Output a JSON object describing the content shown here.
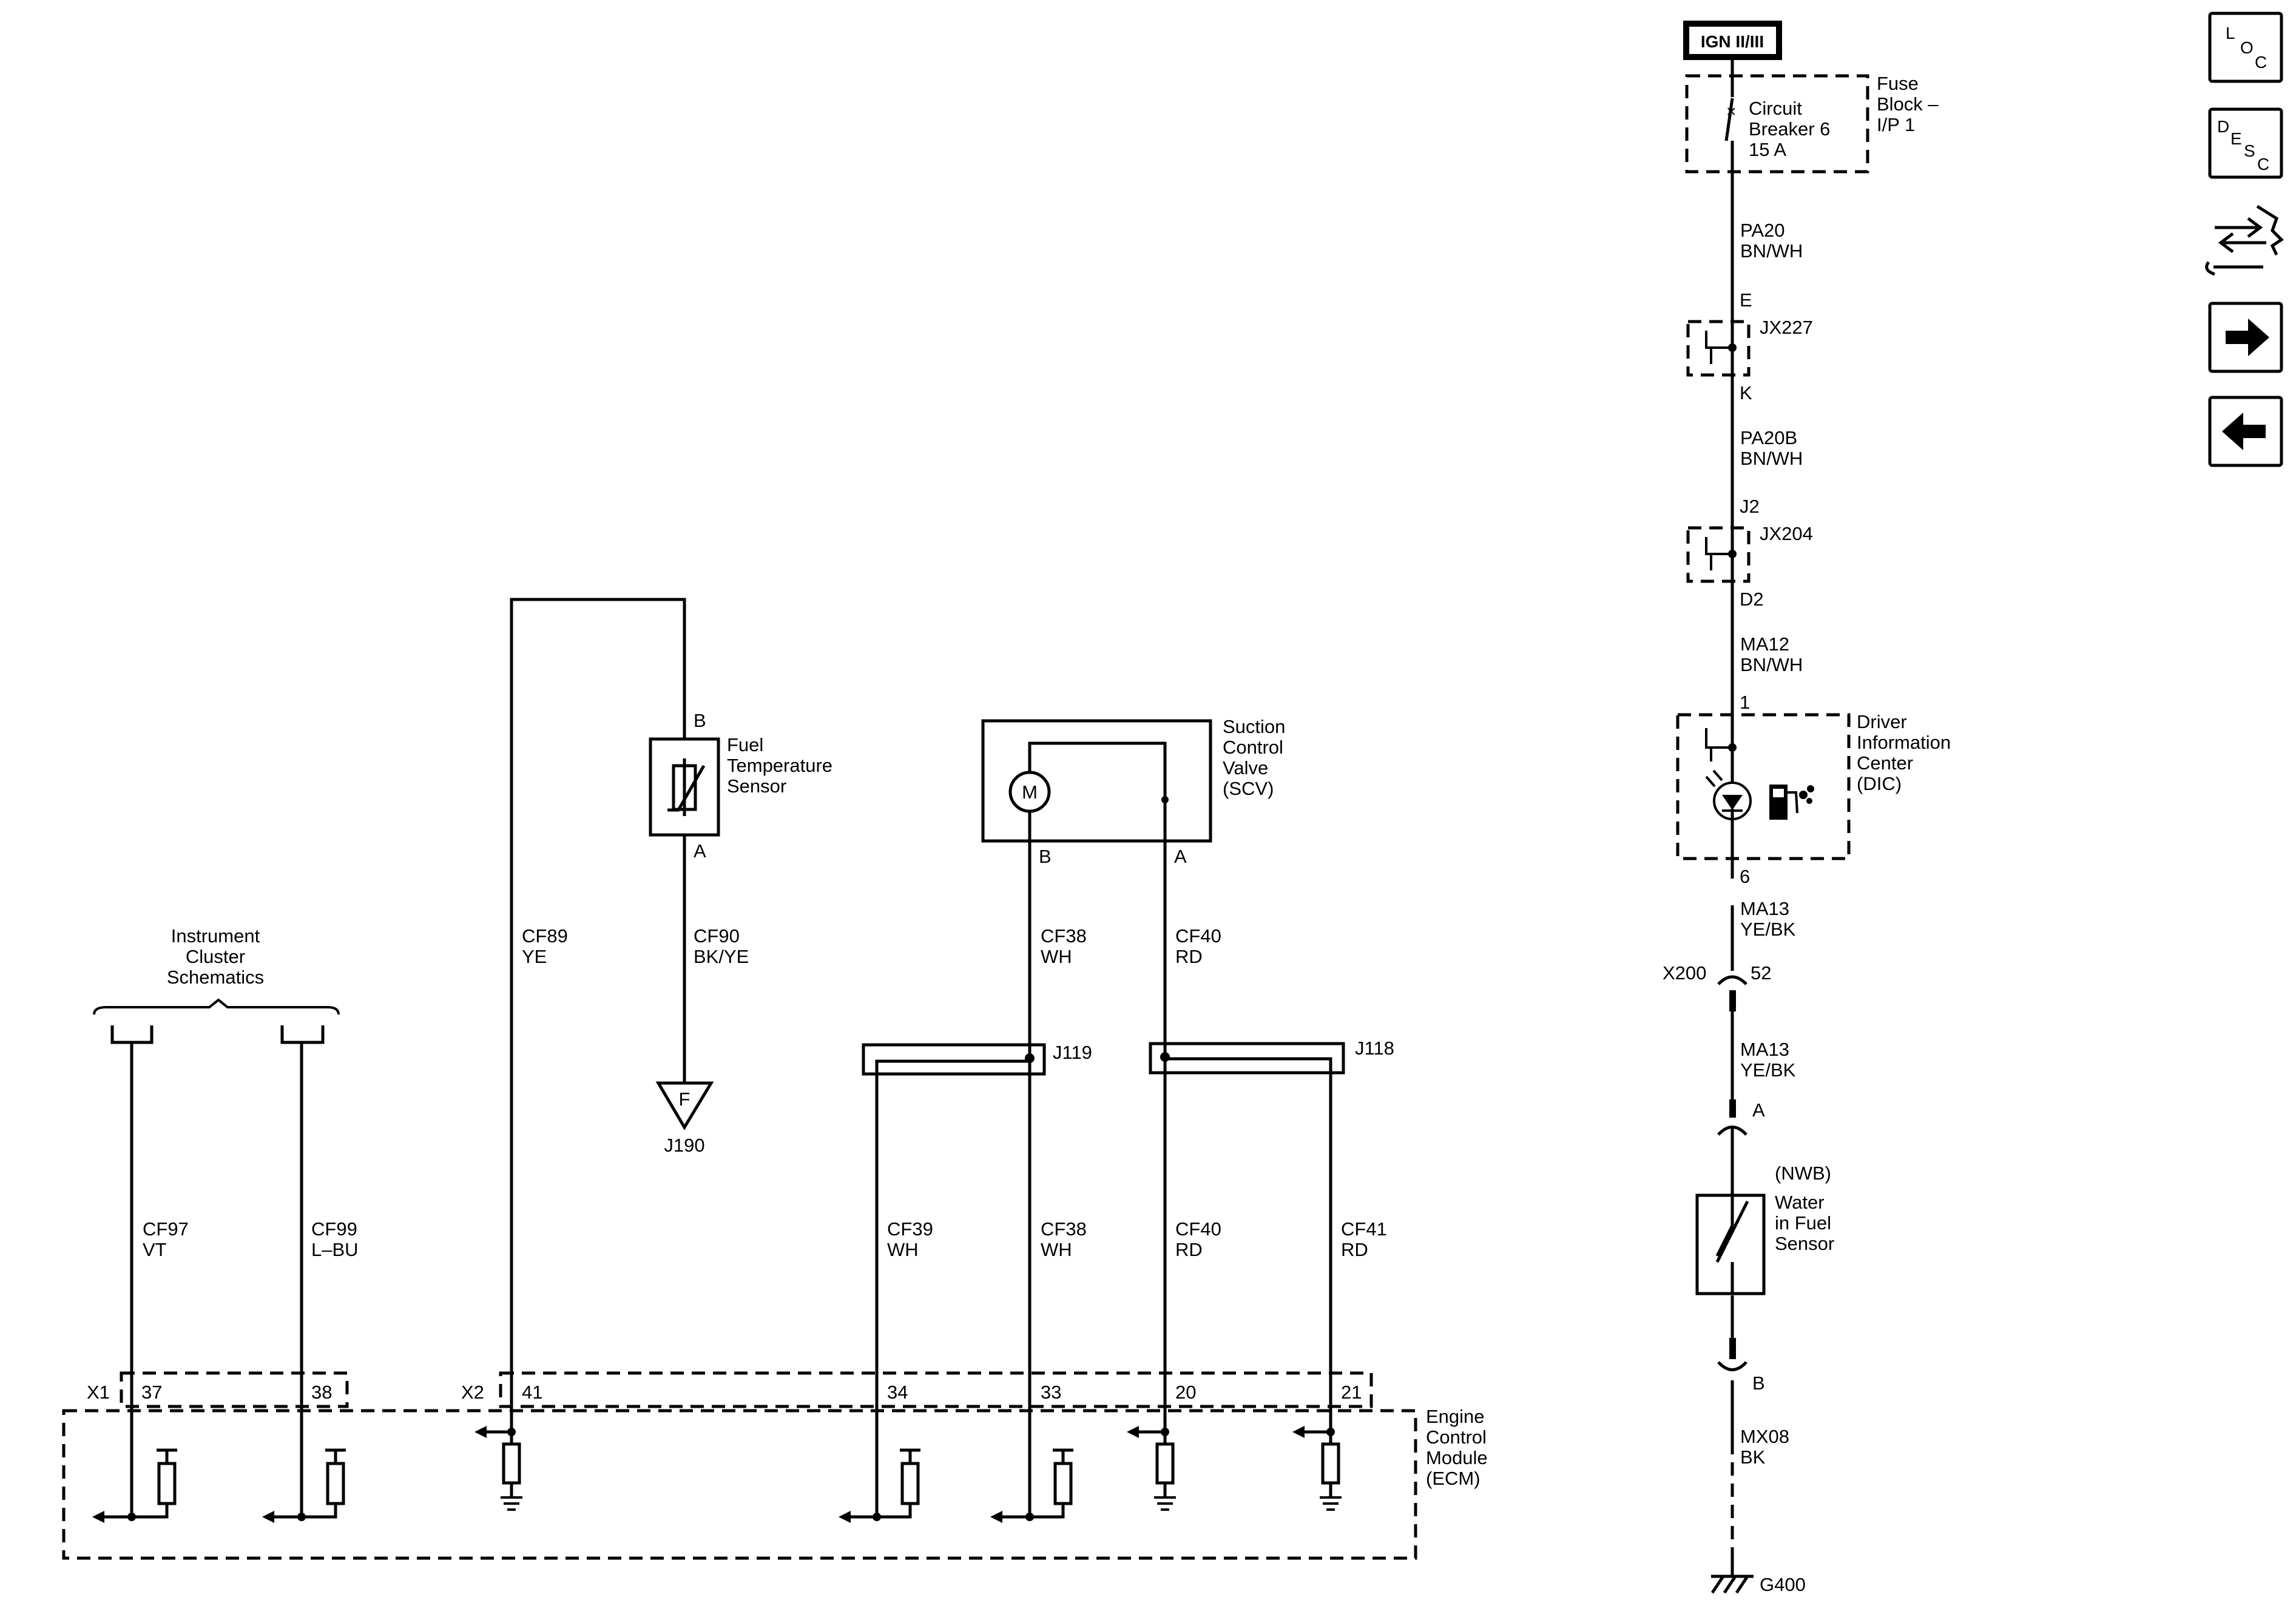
{
  "power": {
    "source": "IGN II/III",
    "circuit_breaker": [
      "Circuit",
      "Breaker 6",
      "15 A"
    ],
    "fuse_block": [
      "Fuse",
      "Block –",
      "I/P 1"
    ]
  },
  "wires": {
    "pa20": [
      "PA20",
      "BN/WH"
    ],
    "pa20b": [
      "PA20B",
      "BN/WH"
    ],
    "ma12": [
      "MA12",
      "BN/WH"
    ],
    "ma13_top": [
      "MA13",
      "YE/BK"
    ],
    "ma13_bottom": [
      "MA13",
      "YE/BK"
    ],
    "mx08": [
      "MX08",
      "BK"
    ],
    "cf89": [
      "CF89",
      "YE"
    ],
    "cf90": [
      "CF90",
      "BK/YE"
    ],
    "cf38_top": [
      "CF38",
      "WH"
    ],
    "cf40_top": [
      "CF40",
      "RD"
    ],
    "cf97": [
      "CF97",
      "VT"
    ],
    "cf99": [
      "CF99",
      "L–BU"
    ],
    "cf39": [
      "CF39",
      "WH"
    ],
    "cf38_bottom": [
      "CF38",
      "WH"
    ],
    "cf40_bottom": [
      "CF40",
      "RD"
    ],
    "cf41": [
      "CF41",
      "RD"
    ]
  },
  "connectors": {
    "jx227": {
      "name": "JX227",
      "pin_top": "E",
      "pin_bottom": "K"
    },
    "jx204": {
      "name": "JX204",
      "pin_top": "J2",
      "pin_bottom": "D2"
    },
    "x200": {
      "name": "X200",
      "pin": "52"
    },
    "j119": "J119",
    "j118": "J118",
    "j190": "J190",
    "x1": {
      "name": "X1",
      "pins": [
        "37",
        "38"
      ]
    },
    "x2": {
      "name": "X2",
      "pins": [
        "41",
        "34",
        "33",
        "20",
        "21"
      ]
    }
  },
  "components": {
    "dic": {
      "label": [
        "Driver",
        "Information",
        "Center",
        "(DIC)"
      ],
      "pin_top": "1",
      "pin_bottom": "6"
    },
    "wif": {
      "label": [
        "(NWB)",
        "Water",
        "in Fuel",
        "Sensor"
      ],
      "pin_top": "A",
      "pin_bottom": "B"
    },
    "fuel_temp": {
      "label": [
        "Fuel",
        "Temperature",
        "Sensor"
      ],
      "pin_top": "B",
      "pin_bottom": "A"
    },
    "scv": {
      "label": [
        "Suction",
        "Control",
        "Valve",
        "(SCV)"
      ],
      "motor": "M",
      "pin_left": "B",
      "pin_right": "A"
    },
    "ecm": {
      "label": [
        "Engine",
        "Control",
        "Module",
        "(ECM)"
      ]
    },
    "instrument_cluster": [
      "Instrument",
      "Cluster",
      "Schematics"
    ],
    "ground": "G400",
    "ground_ref": "F"
  },
  "nav": {
    "loc": [
      "L",
      "O",
      "C"
    ],
    "desc": [
      "D",
      "E",
      "S",
      "C"
    ],
    "icons": [
      "connector-end-view-icon",
      "next-page-arrow-icon",
      "previous-page-arrow-icon"
    ]
  }
}
